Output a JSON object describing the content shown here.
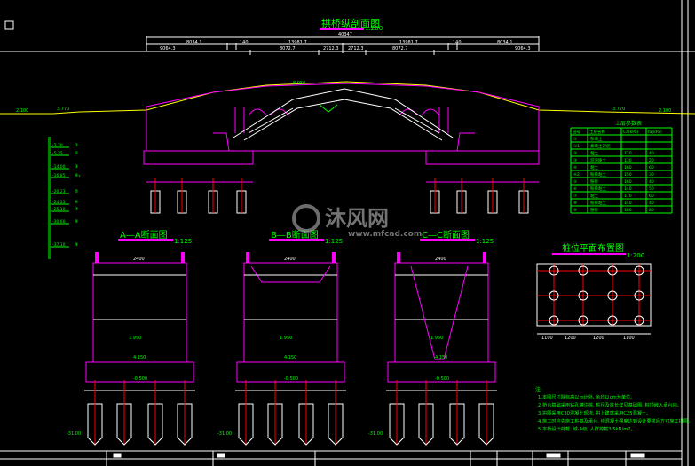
{
  "title": {
    "label": "拱桥纵剖面图",
    "scale": "1:200"
  },
  "dimensions": {
    "total": "40347",
    "row1": [
      "8034.1",
      "140",
      "13981.7",
      "13981.7",
      "140",
      "8034.1"
    ],
    "row2": [
      "9064.3",
      "8072.7",
      "2712.3",
      "2712.3",
      "8072.7",
      "9064.3"
    ]
  },
  "road_elevations": {
    "left": "2.100",
    "left2": "3.770",
    "right": "3.770",
    "right2": "2.100",
    "crown": "8.050"
  },
  "soil_column": {
    "layers": [
      "①",
      "②",
      "③",
      "④₂",
      "⑤",
      "⑥",
      "⑦",
      "⑧",
      "⑨"
    ],
    "elevations": [
      "-2.70",
      "-5.35",
      "-14.00",
      "-16.85",
      "-20.23",
      "-24.35",
      "-25.10",
      "-30.60",
      "-37.10"
    ]
  },
  "soil_table": {
    "title": "土层参数表",
    "headers": [
      "层号",
      "土层名称",
      "Ca(kPa)",
      "fa(kPa)"
    ],
    "rows": [
      [
        "①",
        "杂填土",
        "",
        ""
      ],
      [
        "①1",
        "素填土淤泥",
        "",
        ""
      ],
      [
        "②",
        "粘土",
        "120",
        "40"
      ],
      [
        "③",
        "淤泥质土",
        "130",
        "20"
      ],
      [
        "④",
        "粘土",
        "160",
        "60"
      ],
      [
        "④2",
        "粉质粘土",
        "150",
        "30"
      ],
      [
        "⑤",
        "粉砂",
        "160",
        "40"
      ],
      [
        "⑥",
        "粉质粘土",
        "140",
        "50"
      ],
      [
        "⑦",
        "粘土",
        "170",
        "60"
      ],
      [
        "⑧",
        "粉质粘土",
        "140",
        "40"
      ],
      [
        "⑨",
        "粉砂",
        "180",
        "80"
      ]
    ]
  },
  "sections": [
    {
      "title": "A—A断面图",
      "scale": "1:125",
      "width": "2400",
      "elev_top": "4.150",
      "elev_mid": "1.950",
      "elev_bot": "-0.500",
      "elev_pile": "-31.00"
    },
    {
      "title": "B—B断面图",
      "scale": "1:125",
      "width": "2400",
      "elev_top": "4.150",
      "elev_mid": "1.950",
      "elev_bot": "-0.500",
      "elev_pile": "-31.00"
    },
    {
      "title": "C—C断面图",
      "scale": "1:125",
      "width": "2400",
      "elev_top": "4.150",
      "elev_mid": "1.950",
      "elev_bot": "-0.500",
      "elev_pile": "-31.00"
    }
  ],
  "pile_plan": {
    "title": "桩位平面布置图",
    "scale": "1:200",
    "dims": [
      "1100",
      "1200",
      "1200",
      "1100"
    ]
  },
  "notes": {
    "heading": "注:",
    "items": [
      "1.本图尺寸除标高以m计外, 余均以cm为单位。",
      "2.桥台基础采用钻孔灌注桩, 桩径及桩长详见基础图, 桩顶嵌入承台内。",
      "3.拱圈采用C30混凝土现浇, 拱上建筑采用C25混凝土。",
      "4.施工时应先施工桩基及承台, 待混凝土强度达到设计要求后方可施工拱圈。",
      "5.本桥设计荷载: 城-A级, 人群荷载3.5kN/m2。"
    ]
  },
  "watermark": {
    "brand": "沐风网",
    "url": "www.mfcad.com"
  },
  "colors": {
    "magenta": "#ff00ff",
    "green": "#00ff00",
    "yellow": "#ffff00",
    "red": "#ff0000",
    "white": "#ffffff"
  }
}
